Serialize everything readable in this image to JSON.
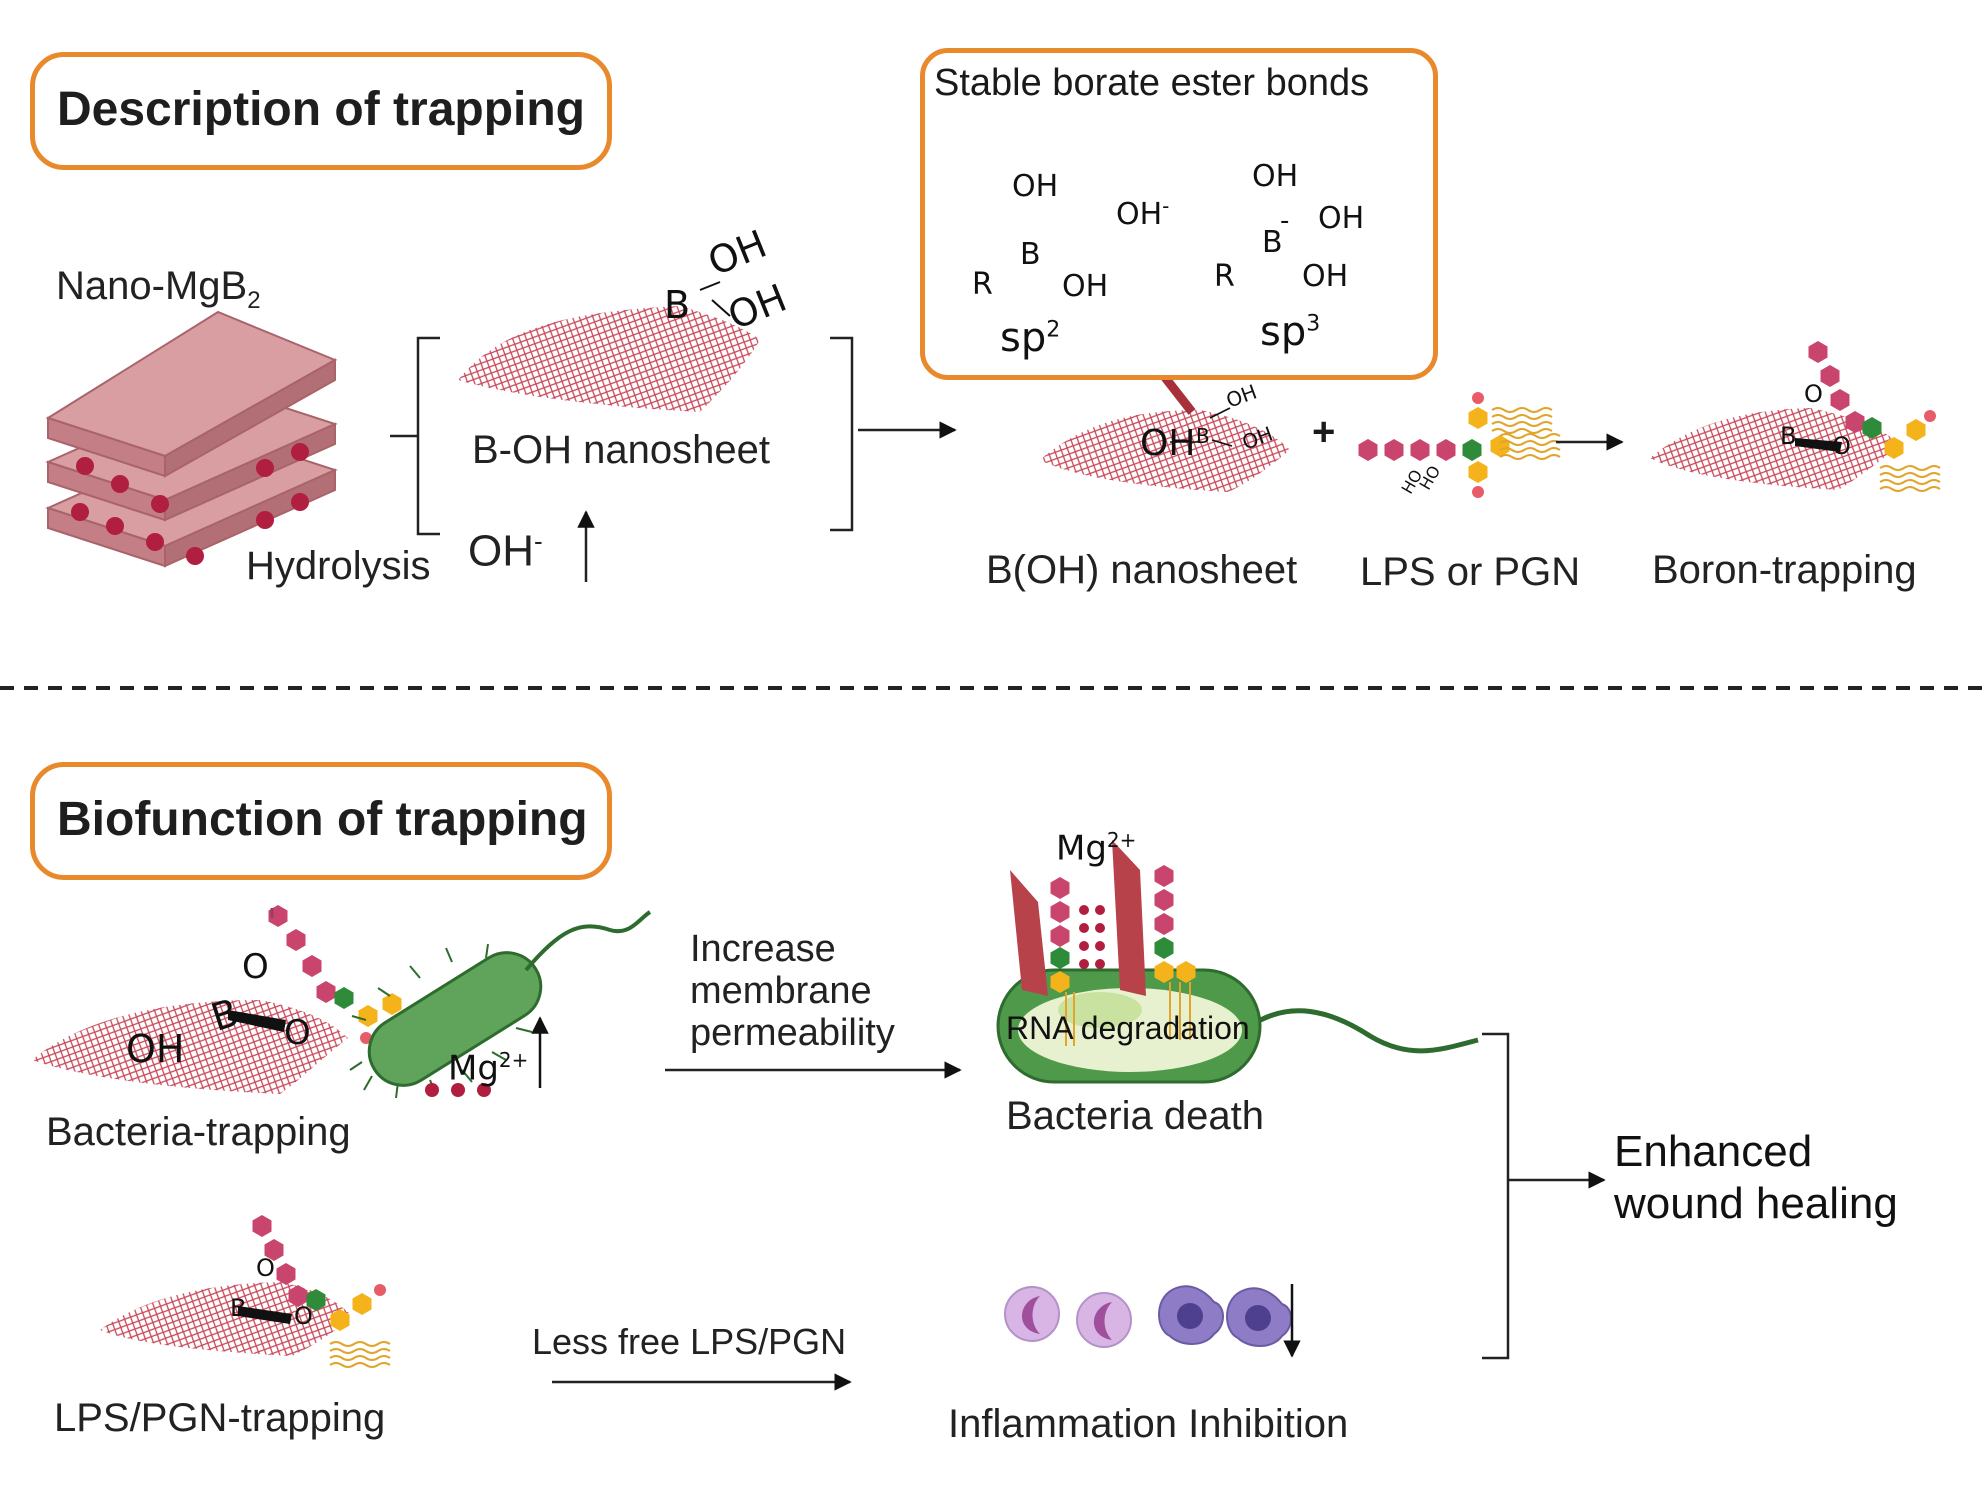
{
  "section1": {
    "title": "Description of trapping"
  },
  "section2": {
    "title": "Biofunction of trapping"
  },
  "borate": {
    "box_title": "Stable borate ester bonds",
    "oh": "OH",
    "b": "B",
    "r": "R",
    "oh_minus": "OH",
    "minus": "-",
    "sp": "sp",
    "sp2_sup": "2",
    "sp3_sup": "3"
  },
  "top_labels": {
    "nano_mgb2": "Nano-MgB",
    "nano_mgb2_sub": "2",
    "hydrolysis": "Hydrolysis",
    "oh_minus": "OH",
    "minus": "-",
    "boh_nanosheet": "B-OH nanosheet",
    "b_oh_nanosheet": "B(OH) nanosheet",
    "lps_or_pgn": "LPS or PGN",
    "boron_trapping": "Boron-trapping",
    "plus": "+",
    "oh": "OH",
    "b": "B",
    "ho": "HO",
    "o": "O"
  },
  "bottom_labels": {
    "increase": "Increase",
    "membrane": "membrane",
    "permeability": "permeability",
    "mg": "Mg",
    "mg_sup": "2+",
    "rna_degradation": "RNA degradation",
    "bacteria_trapping": "Bacteria-trapping",
    "bacteria_death": "Bacteria death",
    "enhanced": "Enhanced",
    "wound_healing": "wound healing",
    "less_free": "Less free LPS/PGN",
    "lps_pgn_trapping": "LPS/PGN-trapping",
    "inflammation": "Inflammation Inhibition",
    "oh": "OH",
    "b": "B",
    "o": "O"
  },
  "colors": {
    "accent_orange": "#e8892c",
    "nanosheet": "#c9495a",
    "mgb2_block": "#d99ea2",
    "mg_atom": "#b01e40",
    "hexagon_pink": "#c9456e",
    "hexagon_green": "#2e8b3a",
    "hexagon_yellow": "#f5b31b",
    "bacteria_green": "#5fa45a",
    "arrow_red": "#a8303a",
    "macrophage_purple": "#8f7cc7"
  }
}
